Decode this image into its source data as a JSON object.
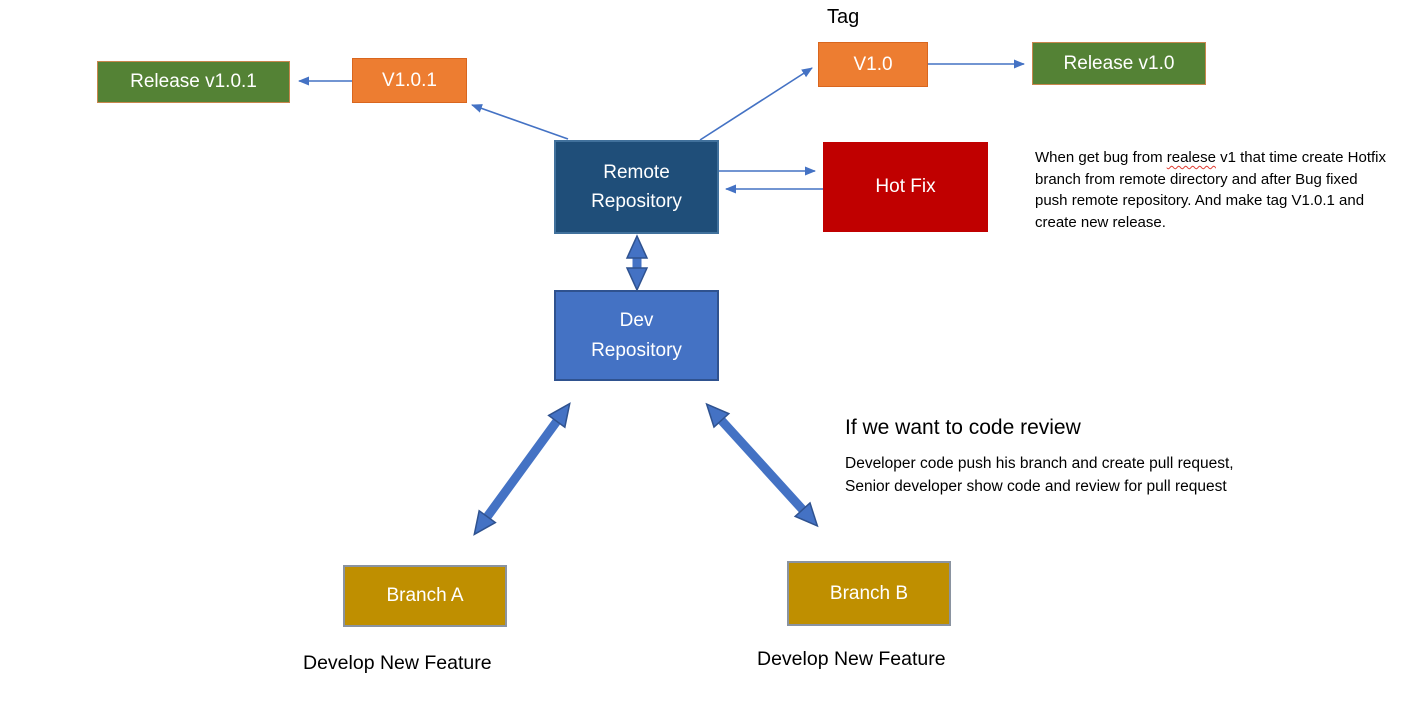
{
  "diagram": {
    "title_context": "Git branching / release workflow diagram",
    "nodes": {
      "release_v101": {
        "label": "Release v1.0.1",
        "fill": "#548235"
      },
      "tag_v101": {
        "label": "V1.0.1",
        "fill": "#ED7D31"
      },
      "tag_v10": {
        "label": "V1.0",
        "fill": "#ED7D31"
      },
      "release_v10": {
        "label": "Release v1.0",
        "fill": "#548235"
      },
      "remote_repo": {
        "label": "Remote Repository",
        "fill": "#1F4E79"
      },
      "hotfix": {
        "label": "Hot Fix",
        "fill": "#C00000"
      },
      "dev_repo": {
        "label": "Dev Repository",
        "fill": "#4472C4"
      },
      "branch_a": {
        "label": "Branch A",
        "fill": "#BF8F00"
      },
      "branch_b": {
        "label": "Branch B",
        "fill": "#BF8F00"
      }
    },
    "captions": {
      "tag": "Tag",
      "develop_left": "Develop New Feature",
      "develop_right": "Develop New Feature",
      "code_review_title": "If we want to code review",
      "code_review_line1": "Developer code push his branch and create pull request,",
      "code_review_line2": "Senior developer show code and review for pull request",
      "hotfix_note_before": "When get bug from ",
      "hotfix_note_misspelled": "realese",
      "hotfix_note_after": " v1 that time create Hotfix branch from remote directory and after Bug fixed push remote repository. And make tag V1.0.1 and create new release."
    },
    "colors": {
      "arrow_blue": "#4472C4",
      "arrow_outline": "#2F528F",
      "green": "#548235",
      "orange": "#ED7D31",
      "navy": "#1F4E79",
      "red": "#C00000",
      "blue": "#4472C4",
      "gold": "#BF8F00",
      "spellcheck_red": "#E03C31"
    }
  }
}
